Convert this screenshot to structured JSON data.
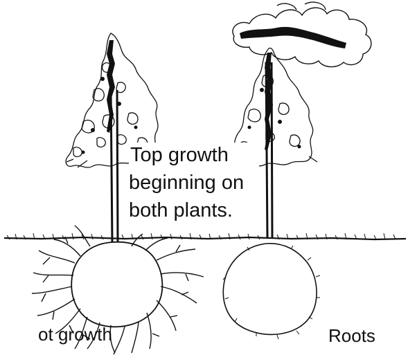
{
  "diagram": {
    "callout": {
      "line1": "Top growth",
      "line2": "beginning on",
      "line3": "both plants."
    },
    "left_label": "ot growth",
    "right_label": "Roots"
  },
  "colors": {
    "ink": "#111111",
    "background": "#ffffff"
  }
}
